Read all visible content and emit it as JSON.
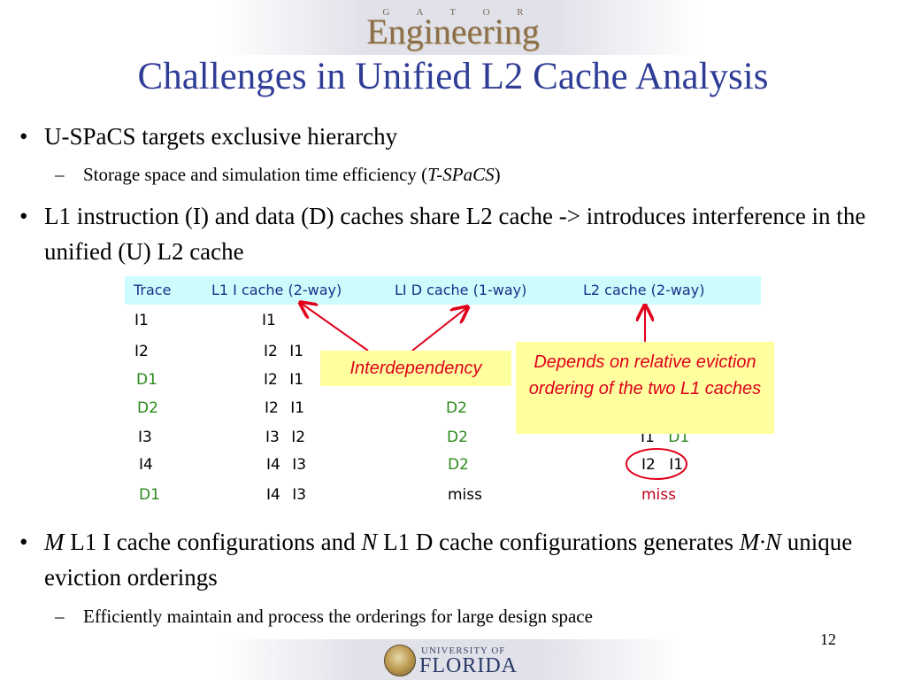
{
  "header": {
    "logo_small": "G A T O R",
    "logo_main": "Engineering"
  },
  "title": "Challenges in Unified L2 Cache Analysis",
  "bullets": {
    "b1": "U-SPaCS targets exclusive hierarchy",
    "b1_sub_pre": "Storage space and simulation time efficiency (",
    "b1_sub_em": "T-SPaCS",
    "b1_sub_post": ")",
    "b2": "L1 instruction (I) and data (D) caches share L2 cache -> introduces interference in the unified (U) L2 cache",
    "b3_m": "M",
    "b3_a": " L1 I cache configurations and ",
    "b3_n": "N",
    "b3_b": " L1 D cache configurations generates ",
    "b3_mn": "M·N",
    "b3_c": " unique eviction orderings",
    "b3_sub": "Efficiently maintain and process the orderings for large design space"
  },
  "bullet_mark": "•",
  "sub_mark": "–",
  "trace_table": {
    "headers": [
      "Trace",
      "L1 I cache (2-way)",
      "LI D cache (1-way)",
      "L2 cache (2-way)"
    ],
    "rows": [
      {
        "trace": "I1",
        "icache": "I1",
        "dcache": "",
        "l2": ""
      },
      {
        "trace": "I2",
        "icache": "I2 I1",
        "dcache": "",
        "l2": ""
      },
      {
        "trace": "D1",
        "icache": "I2 I1",
        "dcache": "",
        "l2": ""
      },
      {
        "trace": "D2",
        "icache": "I2 I1",
        "dcache": "D2",
        "l2": ""
      },
      {
        "trace": "I3",
        "icache": "I3 I2",
        "dcache": "D2",
        "l2": "I1 D1"
      },
      {
        "trace": "I4",
        "icache": "I4 I3",
        "dcache": "D2",
        "l2": "I2 I1"
      },
      {
        "trace": "D1",
        "icache": "I4 I3",
        "dcache": "miss",
        "l2": "miss"
      }
    ]
  },
  "annotations": {
    "interdependency": "Interdependency",
    "depends": "Depends on relative eviction ordering of the two L1 caches"
  },
  "footer": {
    "page_number": "12",
    "uf_small": "UNIVERSITY OF",
    "uf_big": "FLORIDA"
  },
  "colors": {
    "title": "#2f3d96",
    "header_fill": "#ccfcfc",
    "note_fill": "#ffffa0",
    "note_text": "#e0001a",
    "green": "#2a8a1a",
    "red": "#c0001a"
  }
}
